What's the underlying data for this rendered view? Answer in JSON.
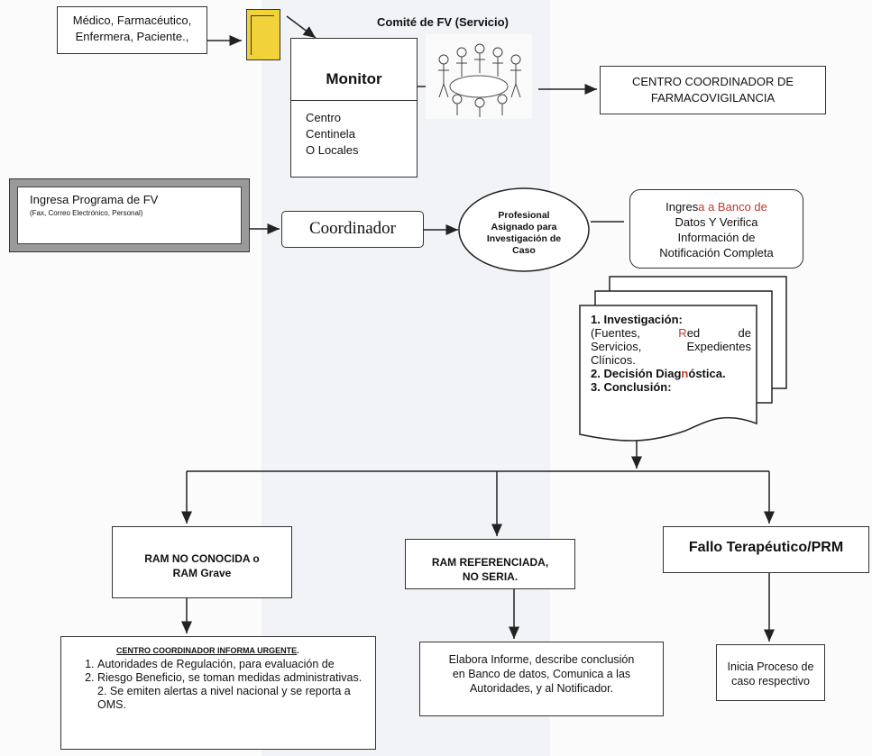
{
  "reporters": {
    "line1": "Médico, Farmacéutico,",
    "line2": "Enfermera, Paciente.,"
  },
  "committee": {
    "title": "Comité de FV (Servicio)"
  },
  "monitor": {
    "title": "Monitor",
    "line1": "Centro",
    "line2": "Centinela",
    "line3": "O Locales"
  },
  "center_top": {
    "line1_a": "CENTRO COORDINADOR DE",
    "line2_a": "FARMA",
    "line2_b": "COVIGILANCIA"
  },
  "ingresa": {
    "title": "Ingresa  Programa de FV",
    "sub": "(Fax,  Correo Electrónico, Personal)"
  },
  "coordinador": {
    "label": "Coordinador"
  },
  "profesional": {
    "line1": "Profesional",
    "line2": "Asignado para",
    "line3": "Investigación  de",
    "line4": "Caso"
  },
  "banco": {
    "l1_a": "Ingres",
    "l1_b": "a a Banco de",
    "l2": "Datos  Y Verifica",
    "l3": "Información de",
    "l4_a": "Notifica",
    "l4_b": "ción Completa"
  },
  "investigacion": {
    "i1": "1. Investigación:",
    "i2a": "(Fuentes,",
    "i2b": "R",
    "i2c": "ed",
    "i2d": "de",
    "i3a": "Servicios,",
    "i3b": "Expedientes",
    "i4": "Clínicos.",
    "i5a": "2. Decisión Diag",
    "i5b": "n",
    "i5c": "óstica.",
    "i6": "3. Conclusión:"
  },
  "ram_no": {
    "line1": "RAM  NO CONOCIDA o",
    "line2": "RAM Grave"
  },
  "ram_ref": {
    "line1": "RAM REFERENCIADA,",
    "line2": "NO SERIA."
  },
  "fallo": {
    "label": "Fallo Terapéutico/PRM"
  },
  "informa": {
    "header": "CENTRO COORDINADOR   INFORMA URGENTE",
    "header_dot": ".",
    "items": [
      "Autoridades de Regulación, para evaluación de",
      "Riesgo Beneficio, se toman medidas administrativas."
    ],
    "extra": "2. Se emiten alertas a nivel nacional y se reporta a OMS."
  },
  "elabora": {
    "line1": "Elabora Informe, describe conclusión",
    "line2": "en Banco de datos,  Comunica a las",
    "line3": "Autoridades, y al  Notificador."
  },
  "inicia": {
    "line1": "Inicia Proceso de",
    "line2": "caso respectivo"
  },
  "colors": {
    "accent_red": "#c0392b",
    "folder_yellow": "#f2d23a",
    "band": "#f1f3f6"
  },
  "icons": {
    "folder": "folder-icon",
    "group": "people-group-illustration"
  }
}
